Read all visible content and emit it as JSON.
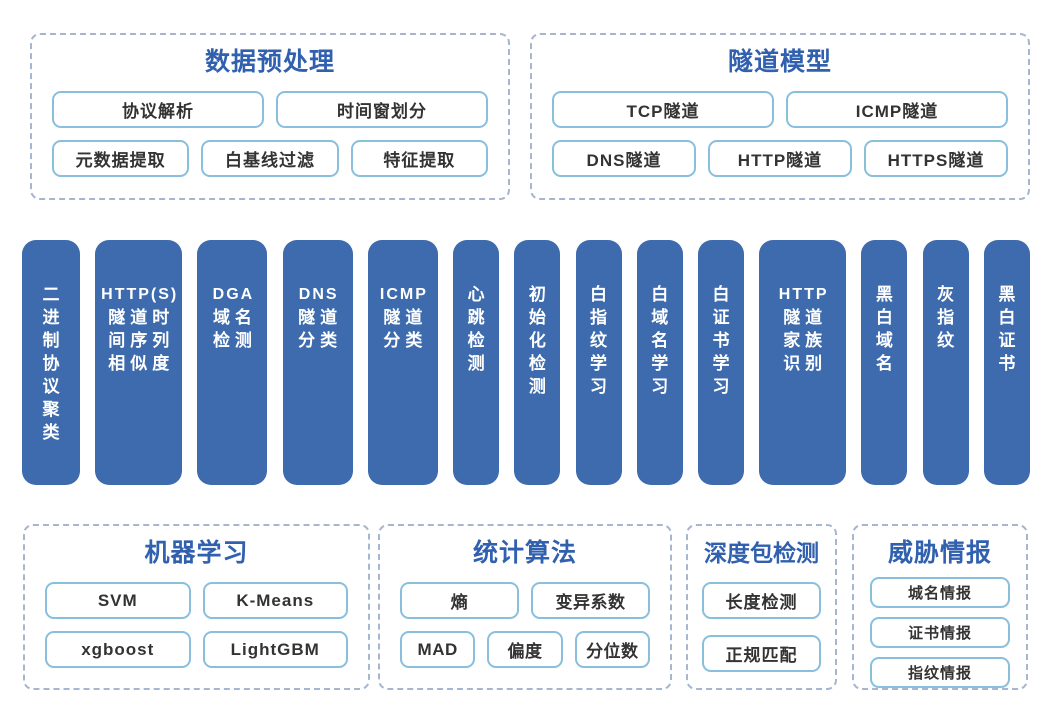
{
  "colors": {
    "bar_blue": "#3d6bad",
    "title_blue": "#3060ae",
    "chip_border": "#88bfdc",
    "panel_border": "#a6b6cf",
    "chip_text": "#333333",
    "page_bg": "#ffffff"
  },
  "panels": {
    "preprocess": {
      "title": "数据预处理",
      "rows": [
        [
          "协议解析",
          "时间窗划分"
        ],
        [
          "元数据提取",
          "白基线过滤",
          "特征提取"
        ]
      ]
    },
    "tunnel_model": {
      "title": "隧道模型",
      "rows": [
        [
          "TCP隧道",
          "ICMP隧道"
        ],
        [
          "DNS隧道",
          "HTTP隧道",
          "HTTPS隧道"
        ]
      ]
    },
    "machine_learning": {
      "title": "机器学习",
      "rows": [
        [
          "SVM",
          "K-Means"
        ],
        [
          "xgboost",
          "LightGBM"
        ]
      ]
    },
    "statistics": {
      "title": "统计算法",
      "rows": [
        [
          "熵",
          "变异系数"
        ],
        [
          "MAD",
          "偏度",
          "分位数"
        ]
      ]
    },
    "dpi": {
      "title": "深度包检测",
      "rows": [
        [
          "长度检测"
        ],
        [
          "正规匹配"
        ]
      ]
    },
    "threat_intel": {
      "title": "威胁情报",
      "rows": [
        [
          "城名情报"
        ],
        [
          "证书情报"
        ],
        [
          "指纹情报"
        ]
      ]
    }
  },
  "bars": [
    {
      "label": "二进制协议聚类",
      "lines": [
        "二",
        "进",
        "制",
        "协",
        "议",
        "聚",
        "类"
      ],
      "size": "sm"
    },
    {
      "label": "HTTP(S)隧道时间序列相似度",
      "lines": [
        "HTTP(S)",
        "隧道时",
        "间序列",
        "相似度"
      ],
      "size": "l"
    },
    {
      "label": "DGA域名检测",
      "lines": [
        "DGA",
        "域名",
        "检测"
      ],
      "size": "m"
    },
    {
      "label": "DNS隧道分类",
      "lines": [
        "DNS",
        "隧道",
        "分类"
      ],
      "size": "m"
    },
    {
      "label": "ICMP隧道分类",
      "lines": [
        "ICMP",
        "隧道",
        "分类"
      ],
      "size": "m"
    },
    {
      "label": "心跳检测",
      "lines": [
        "心",
        "跳",
        "检",
        "测"
      ],
      "size": "s"
    },
    {
      "label": "初始化检测",
      "lines": [
        "初",
        "始",
        "化",
        "检",
        "测"
      ],
      "size": "s"
    },
    {
      "label": "白指纹学习",
      "lines": [
        "白",
        "指",
        "纹",
        "学",
        "习"
      ],
      "size": "s"
    },
    {
      "label": "白域名学习",
      "lines": [
        "白",
        "域",
        "名",
        "学",
        "习"
      ],
      "size": "s"
    },
    {
      "label": "白证书学习",
      "lines": [
        "白",
        "证",
        "书",
        "学",
        "习"
      ],
      "size": "s"
    },
    {
      "label": "HTTP隧道家族识别",
      "lines": [
        "HTTP",
        "隧道",
        "家族",
        "识别"
      ],
      "size": "l"
    },
    {
      "label": "黑白域名",
      "lines": [
        "黑",
        "白",
        "域",
        "名"
      ],
      "size": "s"
    },
    {
      "label": "灰指纹",
      "lines": [
        "灰",
        "指",
        "纹"
      ],
      "size": "s"
    },
    {
      "label": "黑白证书",
      "lines": [
        "黑",
        "白",
        "证",
        "书"
      ],
      "size": "s"
    }
  ]
}
